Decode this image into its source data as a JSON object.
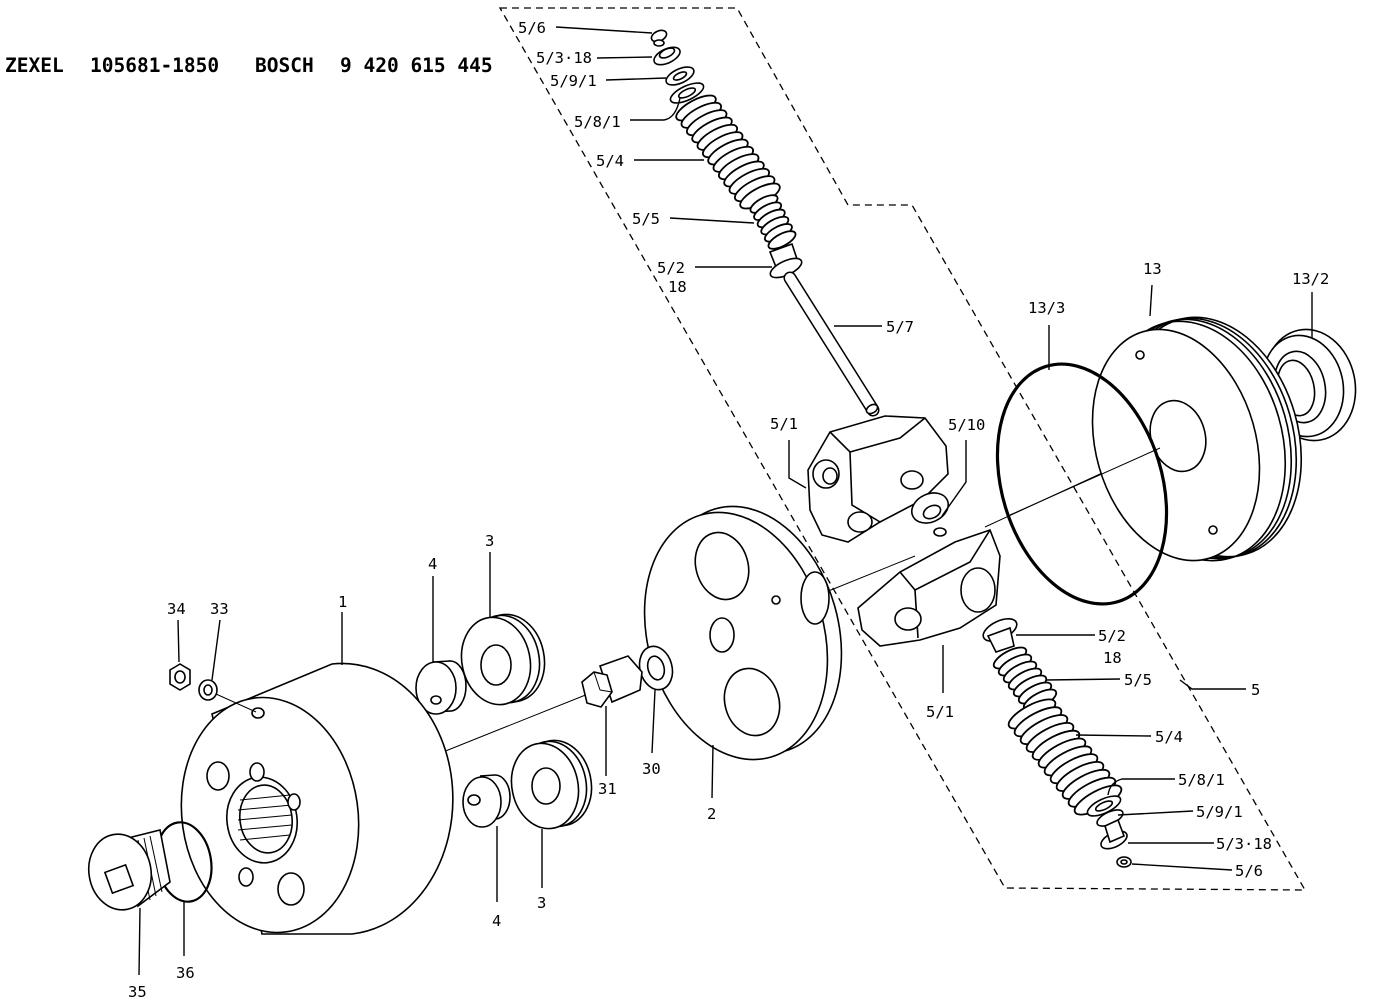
{
  "header": {
    "brand1": "ZEXEL",
    "part1": "105681-1850",
    "brand2": "BOSCH",
    "part2": "9 420 615 445"
  },
  "callouts": [
    {
      "label": "5/6"
    },
    {
      "label": "5/3·18"
    },
    {
      "label": "5/9/1"
    },
    {
      "label": "5/8/1"
    },
    {
      "label": "5/4"
    },
    {
      "label": "5/5"
    },
    {
      "label": "5/2"
    },
    {
      "label": "18"
    },
    {
      "label": "5/7"
    },
    {
      "label": "5/1"
    },
    {
      "label": "5/10"
    },
    {
      "label": "13/3"
    },
    {
      "label": "13"
    },
    {
      "label": "13/2"
    },
    {
      "label": "5/2"
    },
    {
      "label": "18"
    },
    {
      "label": "5/5"
    },
    {
      "label": "5"
    },
    {
      "label": "5/1"
    },
    {
      "label": "5/4"
    },
    {
      "label": "5/8/1"
    },
    {
      "label": "5/9/1"
    },
    {
      "label": "5/3·18"
    },
    {
      "label": "5/6"
    },
    {
      "label": "1"
    },
    {
      "label": "34"
    },
    {
      "label": "33"
    },
    {
      "label": "4"
    },
    {
      "label": "3"
    },
    {
      "label": "31"
    },
    {
      "label": "30"
    },
    {
      "label": "2"
    },
    {
      "label": "4"
    },
    {
      "label": "3"
    },
    {
      "label": "35"
    },
    {
      "label": "36"
    }
  ]
}
